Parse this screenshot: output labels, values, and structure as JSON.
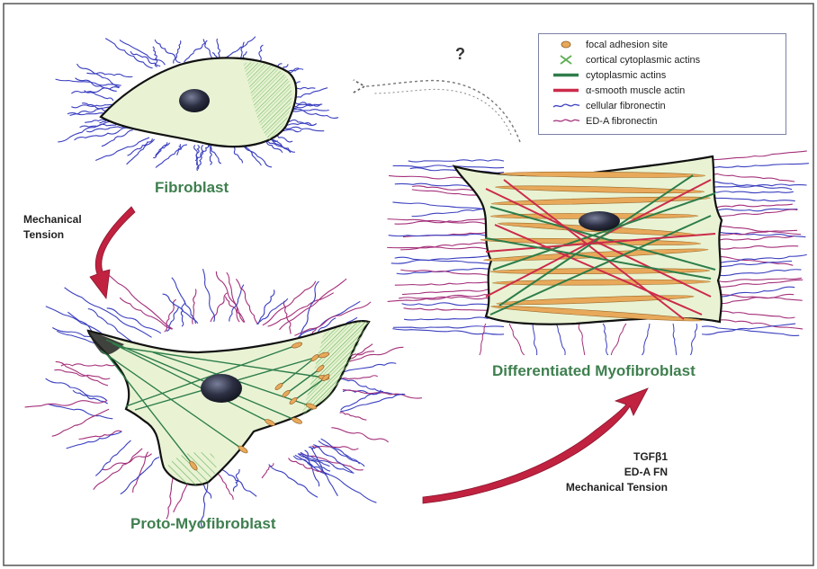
{
  "stages": {
    "fibroblast": "Fibroblast",
    "proto": "Proto-Myofibroblast",
    "differentiated": "Differentiated Myofibroblast"
  },
  "transitions": {
    "mechanical": [
      "Mechanical",
      "Tension"
    ],
    "differentiation": [
      "TGFβ1",
      "ED-A FN",
      "Mechanical Tension"
    ],
    "unknown": "?"
  },
  "legend": [
    {
      "label": "focal adhesion site",
      "icon": "focal-adhesion-ellipse",
      "color": "#e8a95b"
    },
    {
      "label": "cortical cytoplasmic actins",
      "icon": "cross-hatch",
      "color": "#5fae55"
    },
    {
      "label": "cytoplasmic actins",
      "icon": "thick-line",
      "color": "#2e7d4a"
    },
    {
      "label": "α-smooth muscle actin",
      "icon": "thick-line",
      "color": "#cc2b4a"
    },
    {
      "label": "cellular fibronectin",
      "icon": "wavy-line",
      "color": "#3a3fbf"
    },
    {
      "label": "ED-A fibronectin",
      "icon": "wavy-line",
      "color": "#a4307a"
    }
  ],
  "colors": {
    "cell_fill": "#e9f3d4",
    "cell_outline": "#111111",
    "nucleus": "#2c2f42",
    "arrow": "#c0223f",
    "label_green": "#3f7f4f"
  }
}
